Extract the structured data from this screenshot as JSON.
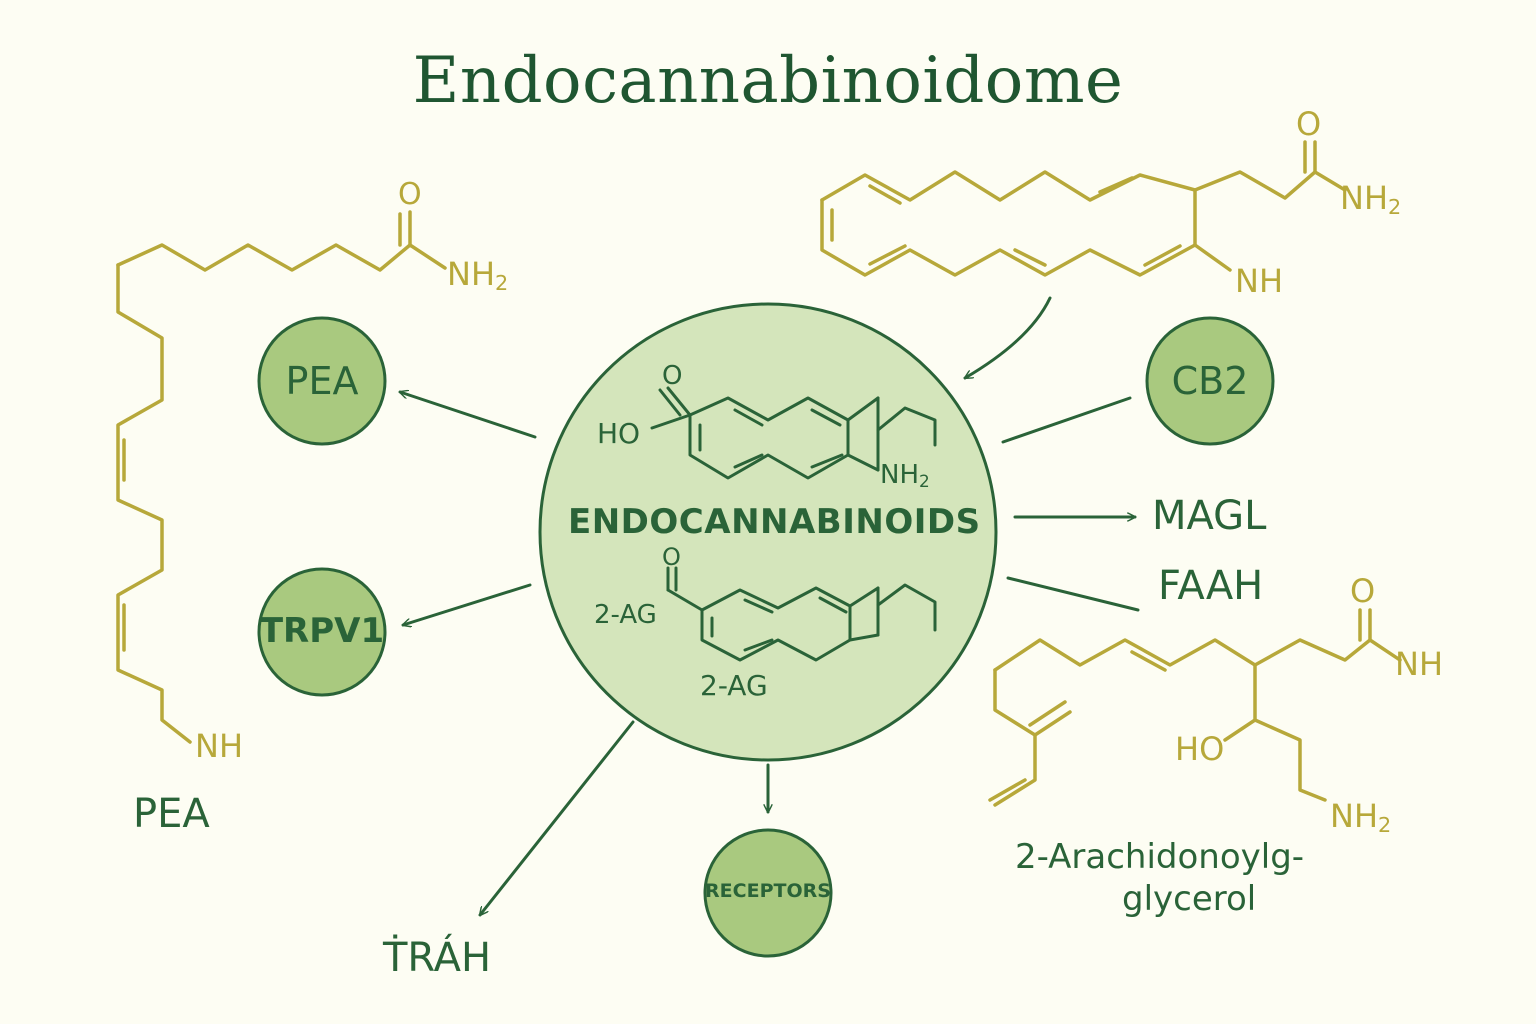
{
  "title": "Endocannabinoidome",
  "center": {
    "label": "ENDOCANNABINOIDS",
    "ho": "HO",
    "o_top": "O",
    "nh2_top": "NH",
    "nh2_sub": "2",
    "o_bottom": "O",
    "ag_left": "2-AG",
    "ag_bottom": "2-AG"
  },
  "nodes": {
    "pea": "PEA",
    "trpv1": "TRPV1",
    "cb2": "CB2",
    "receptors": "RECEPTORS"
  },
  "labels": {
    "magl": "MAGL",
    "faah": "FAAH",
    "pea_bottom": "PEA",
    "trah": "ṪRÁH",
    "arach_line1": "2-Arachidonoylg-",
    "arach_line2": "glycerol"
  },
  "left_molecule": {
    "o": "O",
    "nh2": "NH",
    "nh2_sub": "2",
    "nh": "NH"
  },
  "top_right_molecule": {
    "o": "O",
    "nh2": "NH",
    "nh2_sub": "2",
    "nh": "NH"
  },
  "bottom_right_molecule": {
    "o": "O",
    "nh": "NH",
    "ho": "HO",
    "nh2": "NH",
    "nh2_sub": "2"
  },
  "colors": {
    "dark_green": "#2a6338",
    "node_fill": "#a9c97f",
    "center_fill": "#d4e5bb",
    "chem_yellow": "#b7a83a",
    "background": "#fdfdf3"
  }
}
